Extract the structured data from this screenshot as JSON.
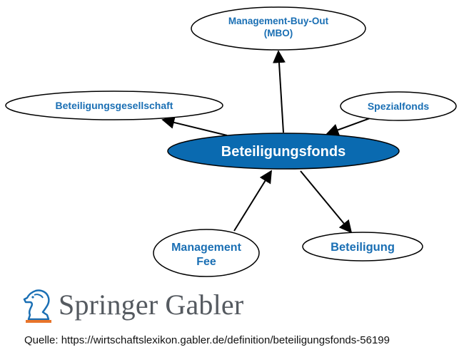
{
  "diagram": {
    "center": {
      "label": "Beteiligungsfonds"
    },
    "nodes": [
      {
        "id": "mbo",
        "lines": [
          "Management-Buy-Out",
          "(MBO)"
        ]
      },
      {
        "id": "gesellschaft",
        "lines": [
          "Beteiligungsgesellschaft"
        ]
      },
      {
        "id": "spezialfonds",
        "lines": [
          "Spezialfonds"
        ]
      },
      {
        "id": "fee",
        "lines": [
          "Management",
          "Fee"
        ]
      },
      {
        "id": "beteiligung",
        "lines": [
          "Beteiligung"
        ]
      }
    ],
    "colors": {
      "center_fill": "#0a6ab0",
      "node_text": "#1a6fb4",
      "edge": "#000000"
    }
  },
  "logo": {
    "brand": "Springer",
    "sub": "Gabler"
  },
  "source": {
    "text": "Quelle: https://wirtschaftslexikon.gabler.de/definition/beteiligungsfonds-56199"
  }
}
